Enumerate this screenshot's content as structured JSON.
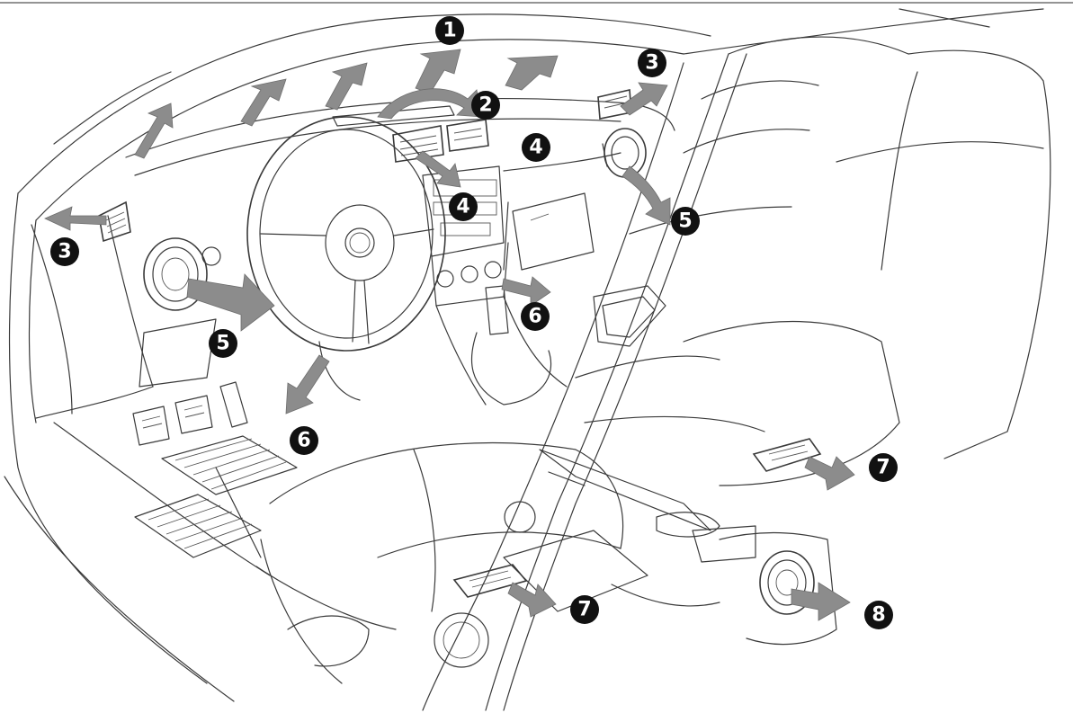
{
  "diagram": {
    "vent_labels": {
      "v1": "1",
      "v2": "2",
      "v3_right": "3",
      "v3_left": "3",
      "v4_upper": "4",
      "v4_lower": "4",
      "v5_left": "5",
      "v5_right": "5",
      "v6_center": "6",
      "v6_footwell": "6",
      "v7_rear_right": "7",
      "v7_rear_left": "7",
      "v8": "8"
    },
    "colors": {
      "line": "#3a3a3a",
      "arrow": "#8c8c8c",
      "badge": "#111111"
    }
  }
}
